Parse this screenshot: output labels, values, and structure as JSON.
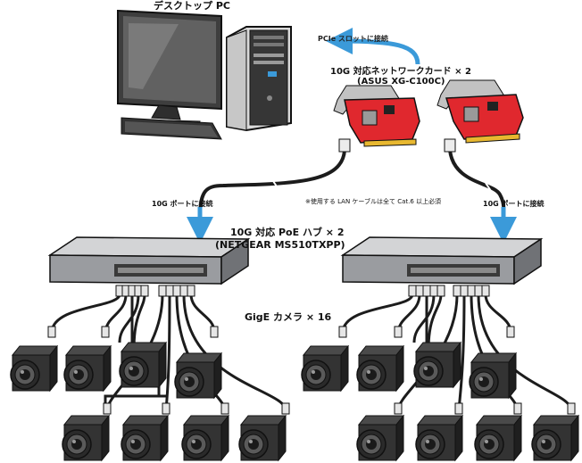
{
  "labels": {
    "desktop_pc": "デスクトップ PC",
    "pcie_slot": "PCIe スロットに接続",
    "nic_title": "10G 対応ネットワークカード × 2",
    "nic_model": "(ASUS XG-C100C)",
    "cable_note": "※使用する LAN ケーブルは全て Cat.6 以上必須",
    "port_left": "10G ポートに接続",
    "port_right": "10G ポートに接続",
    "hub_title": "10G 対応 PoE ハブ × 2",
    "hub_model": "(NETGEAR MS510TXPP)",
    "camera_title": "GigE カメラ × 16"
  },
  "colors": {
    "accent_arrow": "#3b9ad9",
    "nic_board": "#e0282e",
    "device_dark": "#2b2b2b",
    "hub_body": "#9a9ca0",
    "monitor_screen": "#626262"
  },
  "icons": [
    "monitor-icon",
    "pc-tower-icon",
    "network-card-icon",
    "poe-switch-icon",
    "gige-camera-icon",
    "arrow-icon"
  ]
}
